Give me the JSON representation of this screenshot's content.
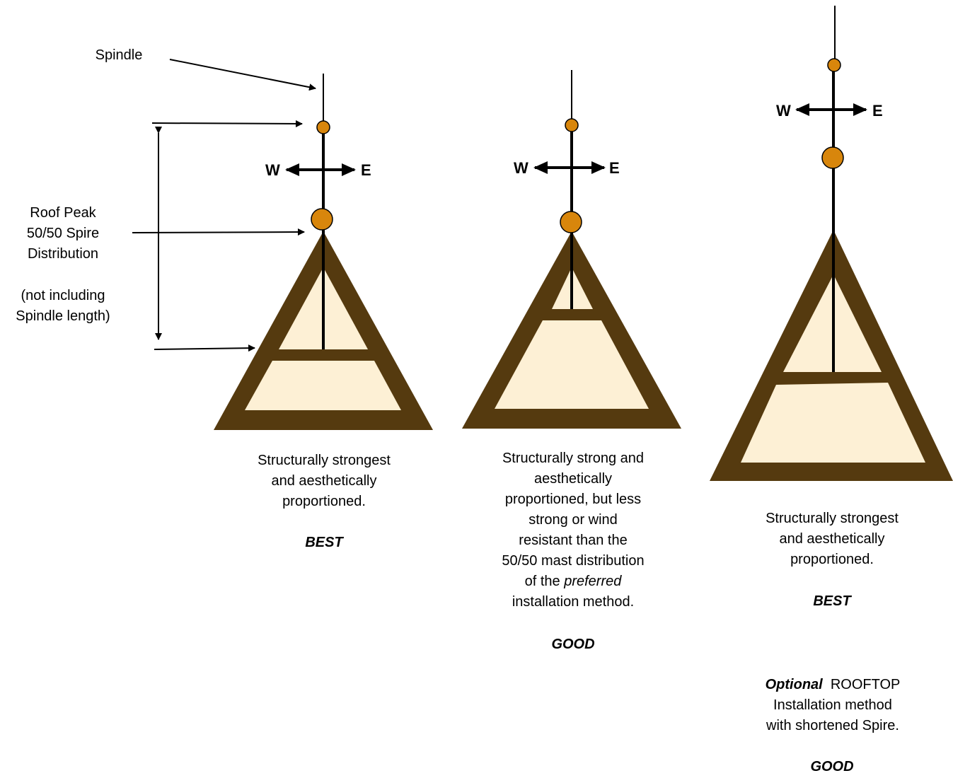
{
  "annotations": {
    "spindle": "Spindle",
    "roof_peak_lines": [
      "Roof Peak",
      "50/50 Spire",
      "Distribution"
    ],
    "not_including_lines": [
      "(not including",
      "Spindle length)"
    ]
  },
  "compass": {
    "west": "W",
    "east": "E"
  },
  "colors": {
    "frame": "#553A0F",
    "fill": "#FDF0D5",
    "ball": "#D8860C",
    "ink": "#000000"
  },
  "variants": [
    {
      "desc_lines": [
        "Structurally strongest",
        "and aesthetically",
        "proportioned."
      ],
      "rating": "BEST"
    },
    {
      "desc_lines": [
        "Structurally strong and",
        "aesthetically",
        "proportioned, but less",
        "strong or wind",
        "resistant than the",
        "50/50 mast distribution"
      ],
      "desc_tail_prefix": "of the ",
      "desc_tail_em": "preferred",
      "desc_last": "installation method.",
      "rating": "GOOD"
    },
    {
      "desc_lines": [
        "Structurally strongest",
        "and aesthetically",
        "proportioned."
      ],
      "rating": "BEST",
      "optional_em": "Optional",
      "optional_rest": "ROOFTOP",
      "optional_lines": [
        "Installation method",
        "with shortened Spire."
      ],
      "optional_rating": "GOOD"
    }
  ]
}
